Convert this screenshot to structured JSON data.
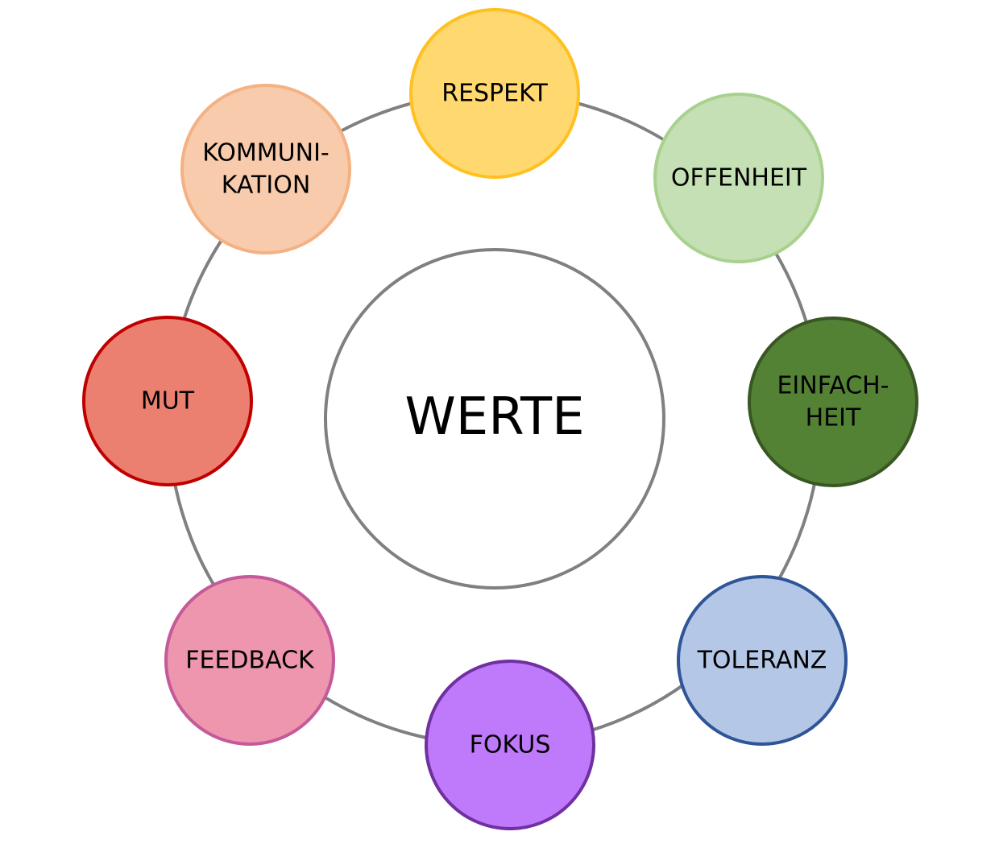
{
  "center": {
    "label": "WERTE",
    "stroke": "#808080",
    "fill": "#FFFFFF"
  },
  "ring_color": "#808080",
  "values": [
    {
      "lines": [
        "RESPEKT"
      ],
      "fill": "#FFD970",
      "stroke": "#FFC020"
    },
    {
      "lines": [
        "OFFENHEIT"
      ],
      "fill": "#C5E0B4",
      "stroke": "#A9D18E"
    },
    {
      "lines": [
        "EINFACH-",
        "HEIT"
      ],
      "fill": "#548235",
      "stroke": "#385723"
    },
    {
      "lines": [
        "TOLERANZ"
      ],
      "fill": "#B4C7E7",
      "stroke": "#2F5597"
    },
    {
      "lines": [
        "FOKUS"
      ],
      "fill": "#BF7AFB",
      "stroke": "#7030A0"
    },
    {
      "lines": [
        "FEEDBACK"
      ],
      "fill": "#ED96AE",
      "stroke": "#C45A9A"
    },
    {
      "lines": [
        "MUT"
      ],
      "fill": "#EC8070",
      "stroke": "#C00000"
    },
    {
      "lines": [
        "KOMMUNI-",
        "KATION"
      ],
      "fill": "#F8CBAD",
      "stroke": "#F4B183"
    }
  ]
}
